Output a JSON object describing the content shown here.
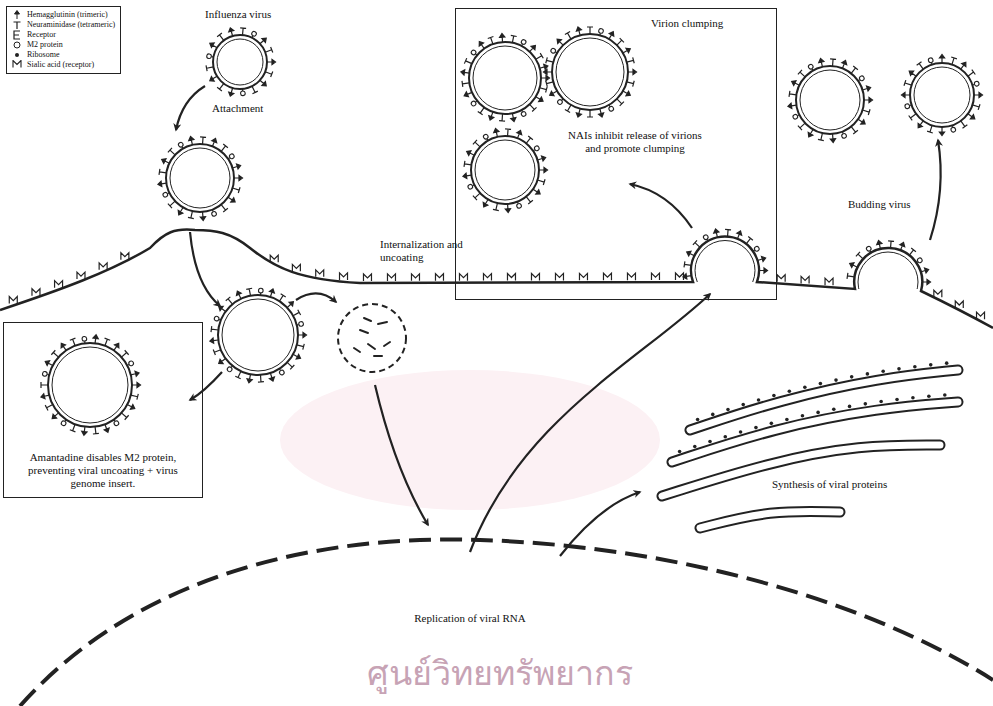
{
  "diagram": {
    "nodes": [
      {
        "text": [
          "Virion clumping",
          "NAIs inhibit release of virions and promote clumping"
        ]
      },
      {
        "text": [
          "Amantadine disables M2 protein, preventing viral uncoating + virus genome insert."
        ]
      }
    ],
    "labels": [
      "Influenza virus",
      "Attachment",
      "Internalization and uncoating",
      "Budding virus",
      "Synthesis of viral proteins",
      "Replication of viral RNA",
      "ศูนย์วิทยทรัพยากร"
    ],
    "legend": [
      {
        "text": "Hemagglutinin (trimeric)"
      },
      {
        "text": "Neuraminidase (tetrameric)"
      },
      {
        "text": "Receptor"
      },
      {
        "text": "M2 protein"
      },
      {
        "text": "Ribosome"
      },
      {
        "text": "Sialic acid (receptor)"
      }
    ]
  }
}
